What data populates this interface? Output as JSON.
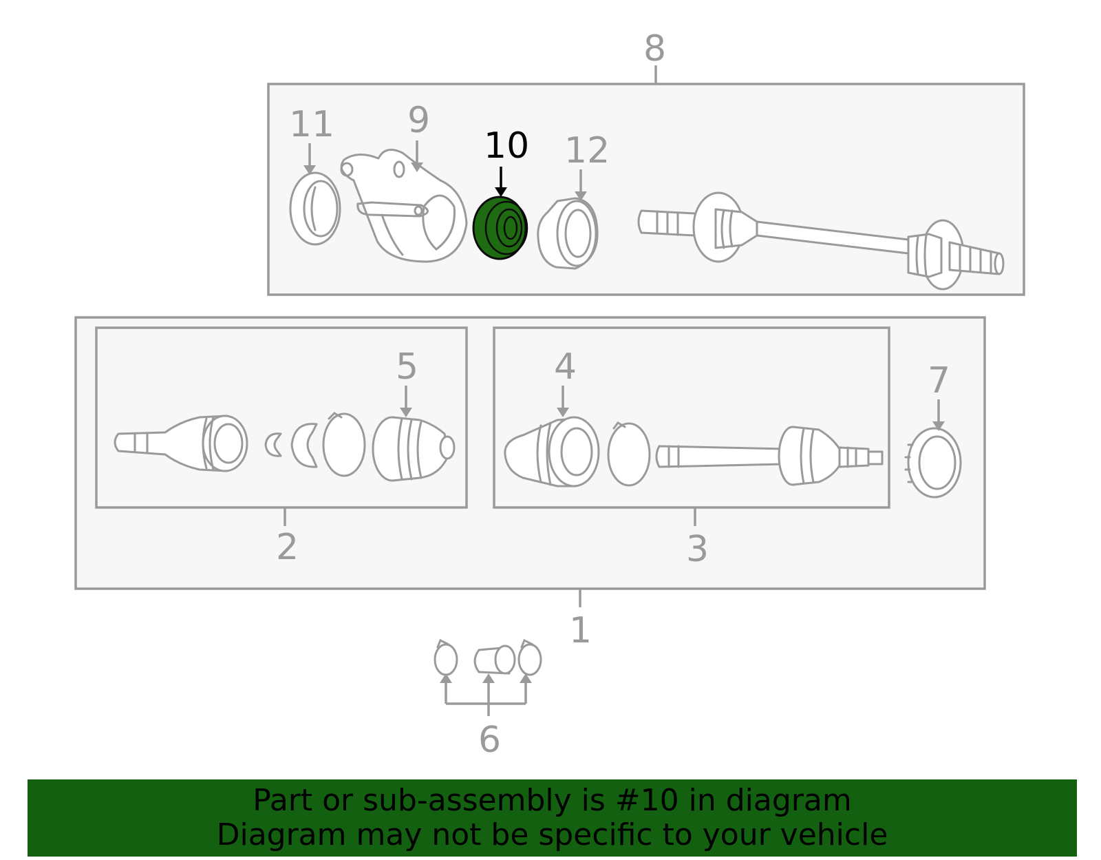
{
  "diagram": {
    "callouts": {
      "c1": "1",
      "c2": "2",
      "c3": "3",
      "c4": "4",
      "c5": "5",
      "c6": "6",
      "c7": "7",
      "c8": "8",
      "c9": "9",
      "c10": "10",
      "c11": "11",
      "c12": "12"
    },
    "highlighted_callout": "10",
    "highlight_color": "#1e6b12",
    "line_color": "#9a9a9a"
  },
  "banner": {
    "line1": "Part or sub-assembly is #10 in diagram",
    "line2": "Diagram may not be specific to your vehicle",
    "background": "#126010"
  }
}
